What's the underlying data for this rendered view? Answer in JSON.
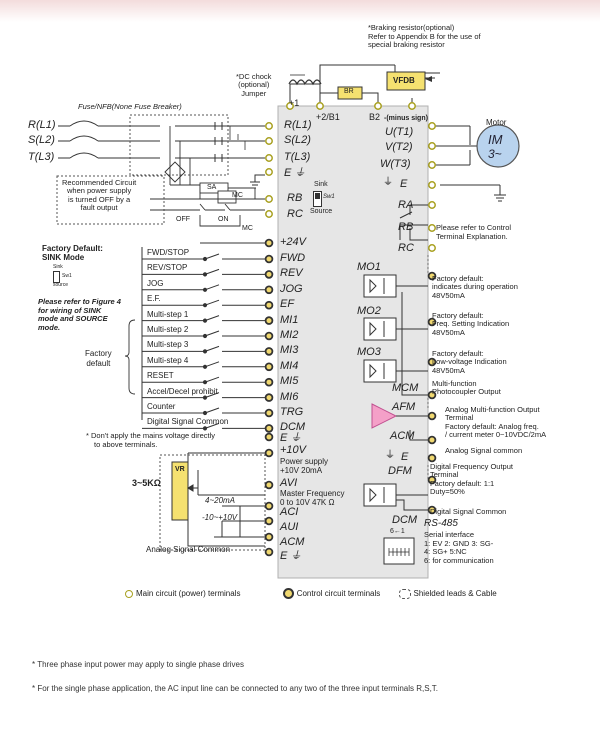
{
  "braking_note": [
    "*Braking resistor(optional)",
    "Refer to Appendix B for the use of",
    "special braking resistor"
  ],
  "vfdb_label": "VFDB",
  "br_label": "BR",
  "dc_choke": [
    "*DC chock",
    "(optional)",
    "Jumper"
  ],
  "fuse_label": "Fuse/NFB(None Fuse Breaker)",
  "inputs": [
    "R(L1)",
    "S(L2)",
    "T(L3)"
  ],
  "drive_power_terminals": [
    "R(L1)",
    "S(L2)",
    "T(L3)",
    "E"
  ],
  "dc_terminals": [
    "+1",
    "+2/B1",
    "B2",
    "-(minus sign)"
  ],
  "output_terminals": [
    "U(T1)",
    "V(T2)",
    "W(T3)",
    "E"
  ],
  "motor_label": "Motor",
  "motor_symbol": "IM",
  "motor_phase": "3~",
  "recommended_circuit": [
    "Recommended Circuit",
    "when power supply",
    "is turned OFF by a",
    "fault output"
  ],
  "sa_label": "SA",
  "mc_label": "MC",
  "off_label": "OFF",
  "on_label": "ON",
  "rb_label": "RB",
  "rc_label": "RC",
  "sink_label": "Sink",
  "sw1_label": "Sw1",
  "source_label": "Source",
  "factory_default_sink": [
    "Factory Default:",
    "SINK Mode"
  ],
  "mini_switch": [
    "Sink",
    "Sw1",
    "source"
  ],
  "figure4_note": [
    "Please refer to Figure 4",
    "for wiring of SINK",
    "mode and SOURCE",
    "mode."
  ],
  "factory_default_label": [
    "Factory",
    "default"
  ],
  "plus24v": "+24V",
  "inputs_ctrl": [
    {
      "name": "FWD/STOP",
      "term": "FWD"
    },
    {
      "name": "REV/STOP",
      "term": "REV"
    },
    {
      "name": "JOG",
      "term": "JOG"
    },
    {
      "name": "E.F.",
      "term": "EF"
    },
    {
      "name": "Multi-step 1",
      "term": "MI1"
    },
    {
      "name": "Multi-step 2",
      "term": "MI2"
    },
    {
      "name": "Multi-step 3",
      "term": "MI3"
    },
    {
      "name": "Multi-step 4",
      "term": "MI4"
    },
    {
      "name": "RESET",
      "term": "MI5"
    },
    {
      "name": "Accel/Decel prohibit",
      "term": "MI6"
    },
    {
      "name": "Counter",
      "term": "TRG"
    },
    {
      "name": "Digital Signal Common",
      "term": "DCM"
    }
  ],
  "mains_note": [
    "* Don't apply the mains voltage directly",
    "to above terminals."
  ],
  "ground_e": "E",
  "plus10v": "+10V",
  "power_supply_note": [
    "Power supply",
    "+10V 20mA"
  ],
  "avi_label": "AVI",
  "master_freq": [
    "Master Frequency",
    "0 to 10V 47K Ω"
  ],
  "vr_label": "VR",
  "pot_label": "3~5KΩ",
  "aci_label": "ACI",
  "aui_label": "AUI",
  "acm_label": "ACM",
  "ma_range": "4~20mA",
  "v_range": "-10~+10V",
  "analog_common": "Analog Signal Common",
  "ra_label": "RA",
  "rb2_label": "RB",
  "rc2_label": "RC",
  "relay_note": [
    "Please refer to Control",
    "Terminal Explanation."
  ],
  "mo1": {
    "label": "MO1",
    "note": [
      "Factory default:",
      "indicates during operation",
      "48V50mA"
    ]
  },
  "mo2": {
    "label": "MO2",
    "note": [
      "Factory default:",
      "Freq. Setting Indication",
      "48V50mA"
    ]
  },
  "mo3": {
    "label": "MO3",
    "note": [
      "Factory default:",
      "Low-voltage Indication",
      "48V50mA"
    ]
  },
  "mcm": {
    "label": "MCM",
    "note": [
      "Multi-function",
      "Photocoupler Output"
    ]
  },
  "afm": {
    "label": "AFM",
    "note": [
      "Analog Multi-function Output",
      "Terminal",
      "Factory default: Analog freq.",
      "/ current meter 0~10VDC/2mA"
    ]
  },
  "acm2": {
    "label": "ACM",
    "note": "Analog Signal common"
  },
  "e_right": "E",
  "dfm": {
    "label": "DFM",
    "note": [
      "Digital Frequency Output",
      "Terminal",
      "Factory default: 1:1",
      "Duty=50%"
    ]
  },
  "dcm2": {
    "label": "DCM",
    "note": "Digital Signal Common"
  },
  "rs485": {
    "label": "RS-485",
    "sub": "Serial interface",
    "pins": "6←1",
    "note": [
      "1: EV 2: GND 3: SG-",
      "4: SG+ 5:NC",
      "6: for communication"
    ]
  },
  "legend": {
    "main": "Main circuit (power) terminals",
    "control": "Control circuit terminals",
    "shield": "Shielded leads & Cable"
  },
  "footnotes": [
    "* Three phase input power may apply to single phase drives",
    "* For the single phase application, the AC input line can be connected to any two of the three input terminals R,S,T."
  ]
}
